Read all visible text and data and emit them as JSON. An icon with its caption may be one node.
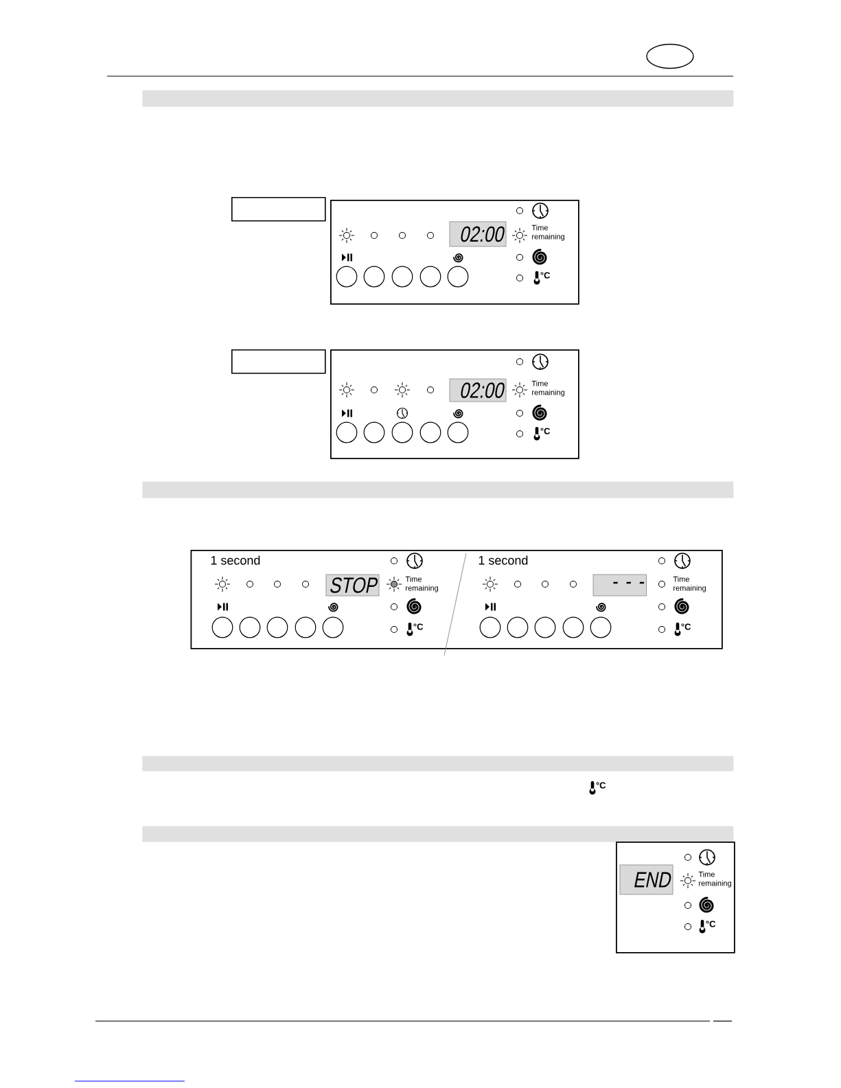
{
  "diagram": {
    "nodes": [
      {
        "text": [],
        "shape": "bar"
      },
      {
        "text": [],
        "shape": "box"
      },
      {
        "text": [
          "Time remaining",
          "°C"
        ]
      },
      {
        "text": [
          "02:00"
        ],
        "in": 2
      },
      {
        "text": [],
        "shape": "box"
      },
      {
        "text": [
          "Time remaining",
          "°C"
        ]
      },
      {
        "text": [
          "02:00"
        ],
        "in": 5
      },
      {
        "text": [],
        "shape": "bar"
      },
      {
        "text": [
          "1 second",
          "Time remaining",
          "°C",
          "1 second",
          "Time remaining",
          "°C"
        ]
      },
      {
        "text": [
          "STOP"
        ],
        "in": 8
      },
      {
        "text": [
          "- - -"
        ],
        "in": 8
      },
      {
        "text": [],
        "shape": "bar"
      },
      {
        "text": [],
        "shape": "bar"
      },
      {
        "text": [
          "Time remaining",
          "°C"
        ]
      },
      {
        "text": [
          "END"
        ],
        "in": 13
      }
    ],
    "labels": [
      "°C"
    ]
  }
}
